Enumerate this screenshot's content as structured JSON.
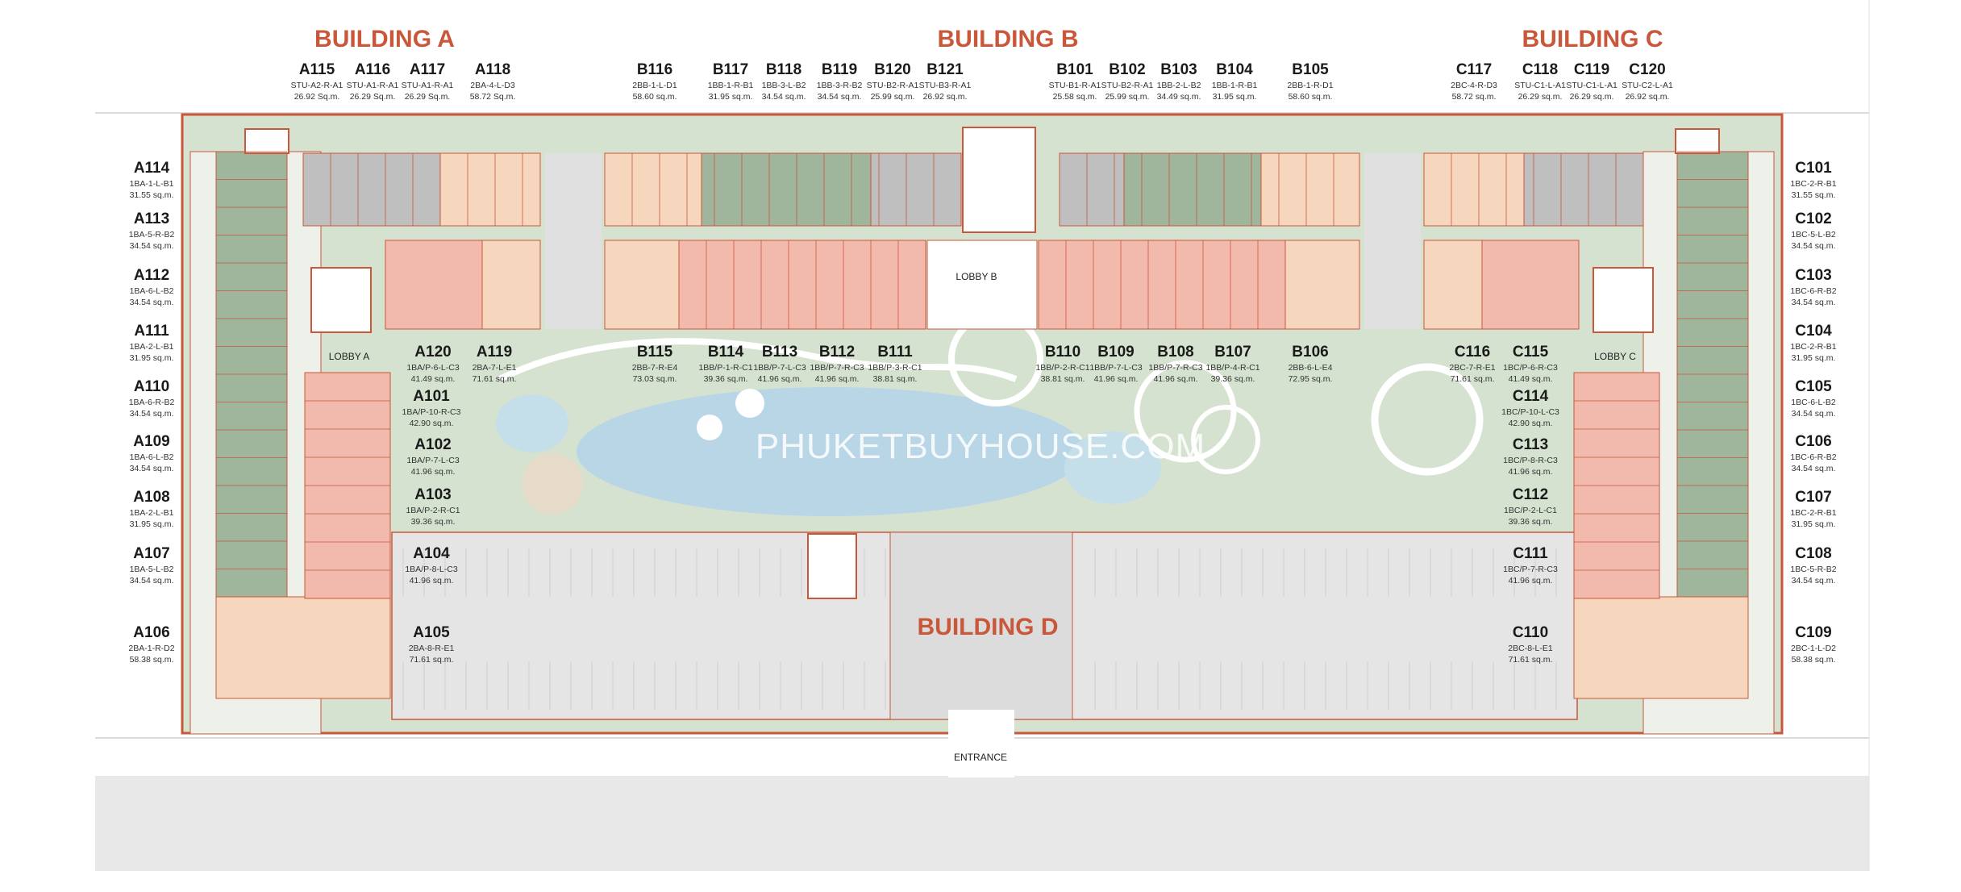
{
  "buildings": {
    "a": "BUILDING A",
    "b": "BUILDING B",
    "c": "BUILDING C",
    "d": "BUILDING D"
  },
  "labels": {
    "lobby_a": "LOBBY A",
    "lobby_b": "LOBBY B",
    "lobby_c": "LOBBY C",
    "entrance": "ENTRANCE"
  },
  "watermark": "PHUKETBUYHOUSE.COM",
  "colors": {
    "unit_green": "#9fb59c",
    "unit_grey": "#bfbfbf",
    "unit_peach": "#f6d7bd",
    "unit_pink": "#f2b9ad",
    "wall": "#c9573a",
    "garden": "#d6e2d0",
    "pool": "#b8d6e6",
    "parking": "#e5e5e5"
  },
  "units": [
    {
      "code": "A115",
      "type": "STU-A2-R-A1",
      "area": "26.92 Sq.m."
    },
    {
      "code": "A116",
      "type": "STU-A1-R-A1",
      "area": "26.29 Sq.m."
    },
    {
      "code": "A117",
      "type": "STU-A1-R-A1",
      "area": "26.29 Sq.m."
    },
    {
      "code": "A118",
      "type": "2BA-4-L-D3",
      "area": "58.72 Sq.m."
    },
    {
      "code": "B116",
      "type": "2BB-1-L-D1",
      "area": "58.60 sq.m."
    },
    {
      "code": "B117",
      "type": "1BB-1-R-B1",
      "area": "31.95 sq.m."
    },
    {
      "code": "B118",
      "type": "1BB-3-L-B2",
      "area": "34.54 sq.m."
    },
    {
      "code": "B119",
      "type": "1BB-3-R-B2",
      "area": "34.54 sq.m."
    },
    {
      "code": "B120",
      "type": "STU-B2-R-A1",
      "area": "25.99 sq.m."
    },
    {
      "code": "B121",
      "type": "STU-B3-R-A1",
      "area": "26.92 sq.m."
    },
    {
      "code": "B101",
      "type": "STU-B1-R-A1",
      "area": "25.58 sq.m."
    },
    {
      "code": "B102",
      "type": "STU-B2-R-A1",
      "area": "25.99 sq.m."
    },
    {
      "code": "B103",
      "type": "1BB-2-L-B2",
      "area": "34.49 sq.m."
    },
    {
      "code": "B104",
      "type": "1BB-1-R-B1",
      "area": "31.95 sq.m."
    },
    {
      "code": "B105",
      "type": "2BB-1-R-D1",
      "area": "58.60 sq.m."
    },
    {
      "code": "C117",
      "type": "2BC-4-R-D3",
      "area": "58.72 sq.m."
    },
    {
      "code": "C118",
      "type": "STU-C1-L-A1",
      "area": "26.29 sq.m."
    },
    {
      "code": "C119",
      "type": "STU-C1-L-A1",
      "area": "26.29 sq.m."
    },
    {
      "code": "C120",
      "type": "STU-C2-L-A1",
      "area": "26.92 sq.m."
    },
    {
      "code": "A114",
      "type": "1BA-1-L-B1",
      "area": "31.55 sq.m."
    },
    {
      "code": "A113",
      "type": "1BA-5-R-B2",
      "area": "34.54 sq.m."
    },
    {
      "code": "A112",
      "type": "1BA-6-L-B2",
      "area": "34.54 sq.m."
    },
    {
      "code": "A111",
      "type": "1BA-2-L-B1",
      "area": "31.95 sq.m."
    },
    {
      "code": "A110",
      "type": "1BA-6-R-B2",
      "area": "34.54 sq.m."
    },
    {
      "code": "A109",
      "type": "1BA-6-L-B2",
      "area": "34.54 sq.m."
    },
    {
      "code": "A108",
      "type": "1BA-2-L-B1",
      "area": "31.95 sq.m."
    },
    {
      "code": "A107",
      "type": "1BA-5-L-B2",
      "area": "34.54 sq.m."
    },
    {
      "code": "A106",
      "type": "2BA-1-R-D2",
      "area": "58.38 sq.m."
    },
    {
      "code": "C101",
      "type": "1BC-2-R-B1",
      "area": "31.55 sq.m."
    },
    {
      "code": "C102",
      "type": "1BC-5-L-B2",
      "area": "34.54 sq.m."
    },
    {
      "code": "C103",
      "type": "1BC-6-R-B2",
      "area": "34.54 sq.m."
    },
    {
      "code": "C104",
      "type": "1BC-2-R-B1",
      "area": "31.95 sq.m."
    },
    {
      "code": "C105",
      "type": "1BC-6-L-B2",
      "area": "34.54 sq.m."
    },
    {
      "code": "C106",
      "type": "1BC-6-R-B2",
      "area": "34.54 sq.m."
    },
    {
      "code": "C107",
      "type": "1BC-2-R-B1",
      "area": "31.95 sq.m."
    },
    {
      "code": "C108",
      "type": "1BC-5-R-B2",
      "area": "34.54 sq.m."
    },
    {
      "code": "C109",
      "type": "2BC-1-L-D2",
      "area": "58.38 sq.m."
    },
    {
      "code": "A120",
      "type": "1BA/P-6-L-C3",
      "area": "41.49 sq.m."
    },
    {
      "code": "A119",
      "type": "2BA-7-L-E1",
      "area": "71.61 sq.m."
    },
    {
      "code": "A101",
      "type": "1BA/P-10-R-C3",
      "area": "42.90 sq.m."
    },
    {
      "code": "A102",
      "type": "1BA/P-7-L-C3",
      "area": "41.96 sq.m."
    },
    {
      "code": "A103",
      "type": "1BA/P-2-R-C1",
      "area": "39.36 sq.m."
    },
    {
      "code": "A104",
      "type": "1BA/P-8-L-C3",
      "area": "41.96 sq.m."
    },
    {
      "code": "A105",
      "type": "2BA-8-R-E1",
      "area": "71.61 sq.m."
    },
    {
      "code": "B115",
      "type": "2BB-7-R-E4",
      "area": "73.03 sq.m."
    },
    {
      "code": "B114",
      "type": "1BB/P-1-R-C1",
      "area": "39.36 sq.m."
    },
    {
      "code": "B113",
      "type": "1BB/P-7-L-C3",
      "area": "41.96 sq.m."
    },
    {
      "code": "B112",
      "type": "1BB/P-7-R-C3",
      "area": "41.96 sq.m."
    },
    {
      "code": "B111",
      "type": "1BB/P-3-R-C1",
      "area": "38.81 sq.m."
    },
    {
      "code": "B110",
      "type": "1BB/P-2-R-C1",
      "area": "38.81 sq.m."
    },
    {
      "code": "B109",
      "type": "1BB/P-7-L-C3",
      "area": "41.96 sq.m."
    },
    {
      "code": "B108",
      "type": "1BB/P-7-R-C3",
      "area": "41.96 sq.m."
    },
    {
      "code": "B107",
      "type": "1BB/P-4-R-C1",
      "area": "39.36 sq.m."
    },
    {
      "code": "B106",
      "type": "2BB-6-L-E4",
      "area": "72.95 sq.m."
    },
    {
      "code": "C116",
      "type": "2BC-7-R-E1",
      "area": "71.61 sq.m."
    },
    {
      "code": "C115",
      "type": "1BC/P-6-R-C3",
      "area": "41.49 sq.m."
    },
    {
      "code": "C114",
      "type": "1BC/P-10-L-C3",
      "area": "42.90 sq.m."
    },
    {
      "code": "C113",
      "type": "1BC/P-8-R-C3",
      "area": "41.96 sq.m."
    },
    {
      "code": "C112",
      "type": "1BC/P-2-L-C1",
      "area": "39.36 sq.m."
    },
    {
      "code": "C111",
      "type": "1BC/P-7-R-C3",
      "area": "41.96 sq.m."
    },
    {
      "code": "C110",
      "type": "2BC-8-L-E1",
      "area": "71.61 sq.m."
    }
  ]
}
